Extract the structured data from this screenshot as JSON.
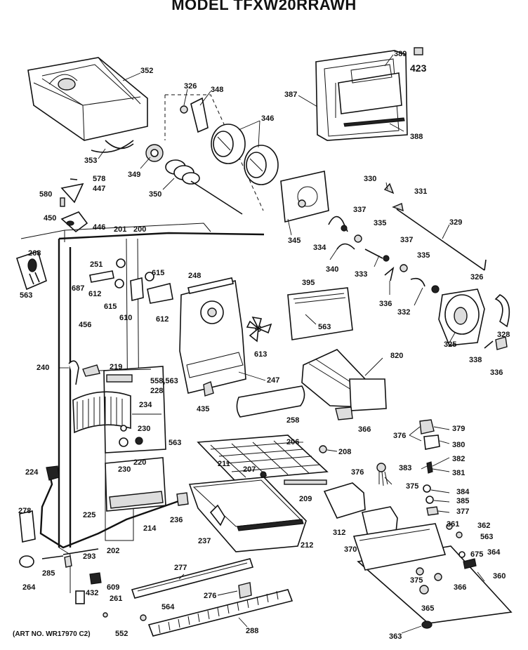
{
  "title": "MODEL TFXW20RRAWH",
  "art_number": "(ART NO. WR17970 C2)",
  "part_labels": {
    "p352": "352",
    "p326a": "326",
    "p348": "348",
    "p346": "346",
    "p387": "387",
    "p389": "389",
    "p423": "423",
    "p388": "388",
    "p353": "353",
    "p349": "349",
    "p350": "350",
    "p578": "578",
    "p447": "447",
    "p580": "580",
    "p450": "450",
    "p446": "446",
    "p345": "345",
    "p330": "330",
    "p331": "331",
    "p329": "329",
    "p337a": "337",
    "p335a": "335",
    "p334": "334",
    "p340": "340",
    "p333": "333",
    "p337b": "337",
    "p335b": "335",
    "p326b": "326",
    "p336a": "336",
    "p332": "332",
    "p201": "201",
    "p200": "200",
    "p268": "268",
    "p251": "251",
    "p615a": "615",
    "p687": "687",
    "p612a": "612",
    "p615b": "615",
    "p248": "248",
    "p563a": "563",
    "p610": "610",
    "p612b": "612",
    "p395": "395",
    "p563b": "563",
    "p456": "456",
    "p613": "613",
    "p325": "325",
    "p328": "328",
    "p338": "338",
    "p336b": "336",
    "p820": "820",
    "p240": "240",
    "p219": "219",
    "p558": "558,563",
    "p228": "228",
    "p247": "247",
    "p234": "234",
    "p435": "435",
    "p258": "258",
    "p366a": "366",
    "p230a": "230",
    "p563c": "563",
    "p206": "206",
    "p208": "208",
    "p376a": "376",
    "p379": "379",
    "p380": "380",
    "p220": "220",
    "p230b": "230",
    "p382": "382",
    "p224": "224",
    "p211": "211",
    "p207": "207",
    "p376b": "376",
    "p383": "383",
    "p381": "381",
    "p375": "375",
    "p384": "384",
    "p209": "209",
    "p385": "385",
    "p377": "377",
    "p278": "278",
    "p236": "236",
    "p214": "214",
    "p225": "225",
    "p312": "312",
    "p361": "361",
    "p362": "362",
    "p237": "237",
    "p212": "212",
    "p370": "370",
    "p563d": "563",
    "p202": "202",
    "p293": "293",
    "p675": "675",
    "p364": "364",
    "p285": "285",
    "p264": "264",
    "p277": "277",
    "p360": "360",
    "p609": "609",
    "p432": "432",
    "p375b": "375",
    "p366b": "366",
    "p261": "261",
    "p276": "276",
    "p564": "564",
    "p365": "365",
    "p552": "552",
    "p288": "288",
    "p363": "363"
  }
}
